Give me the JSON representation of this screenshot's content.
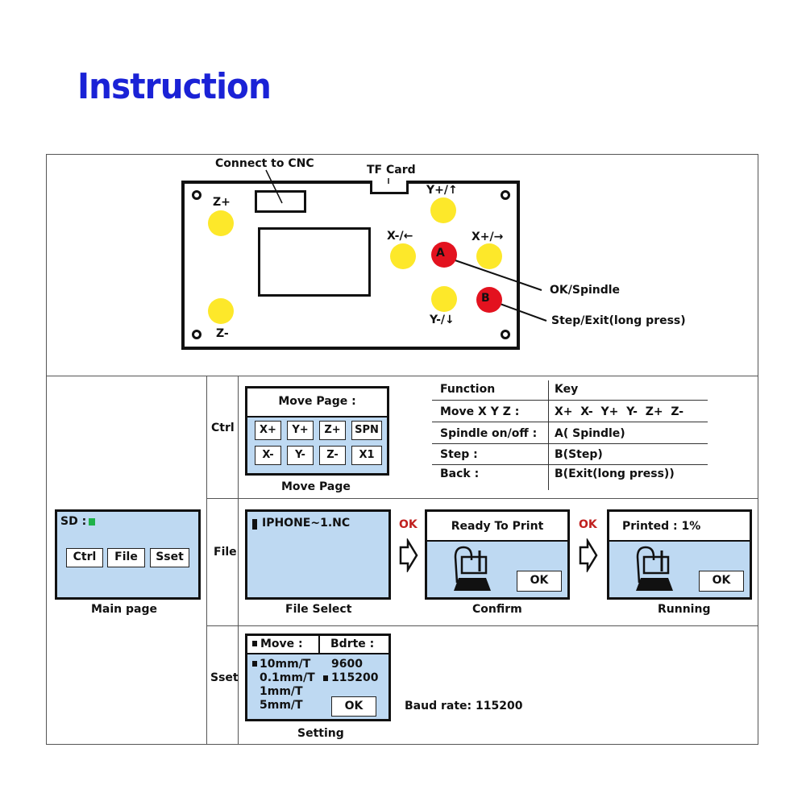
{
  "title": "Instruction",
  "board": {
    "connect_label": "Connect to CNC",
    "tf_label": "TF Card",
    "z_plus": "Z+",
    "z_minus": "Z-",
    "y_plus": "Y+/↑",
    "y_minus": "Y-/↓",
    "x_minus": "X-/←",
    "x_plus": "X+/→",
    "btn_a": "A",
    "btn_b": "B",
    "ok_spindle": "OK/Spindle",
    "step_exit": "Step/Exit(long press)",
    "colors": {
      "direction_button": "#fde82a",
      "action_button": "#e3121f"
    }
  },
  "rows": {
    "ctrl": "Ctrl",
    "file": "File",
    "sset": "Sset"
  },
  "main_page": {
    "sd_label": "SD :",
    "buttons": [
      "Ctrl",
      "File",
      "Sset"
    ],
    "caption": "Main page",
    "indicator_color": "#1fb24a"
  },
  "move_page": {
    "header": "Move Page :",
    "keys_row1": [
      "X+",
      "Y+",
      "Z+",
      "SPN"
    ],
    "keys_row2": [
      "X-",
      "Y-",
      "Z-",
      "X1"
    ],
    "caption": "Move Page"
  },
  "function_table": {
    "headers": [
      "Function",
      "Key"
    ],
    "rows": [
      [
        "Move X Y Z :",
        "X+  X-  Y+  Y-  Z+  Z-"
      ],
      [
        "Spindle on/off :",
        "A( Spindle)"
      ],
      [
        "Step :",
        "B(Step)"
      ],
      [
        "Back :",
        "B(Exit(long press))"
      ]
    ]
  },
  "file_select": {
    "filename": "IPHONE~1.NC",
    "caption": "File Select"
  },
  "ok_label": "OK",
  "confirm": {
    "header": "Ready To Print",
    "button": "OK",
    "caption": "Confirm"
  },
  "running": {
    "header": "Printed : 1%",
    "button": "OK",
    "caption": "Running"
  },
  "setting": {
    "move_label": "Move :",
    "bdrte_label": "Bdrte :",
    "move_options": [
      "10mm/T",
      "0.1mm/T",
      "1mm/T",
      "5mm/T"
    ],
    "baud_options": [
      "9600",
      "115200"
    ],
    "button": "OK",
    "caption": "Setting"
  },
  "baud_note": "Baud rate: 115200",
  "screen_color": "#bed9f2",
  "title_color": "#1a22d6"
}
